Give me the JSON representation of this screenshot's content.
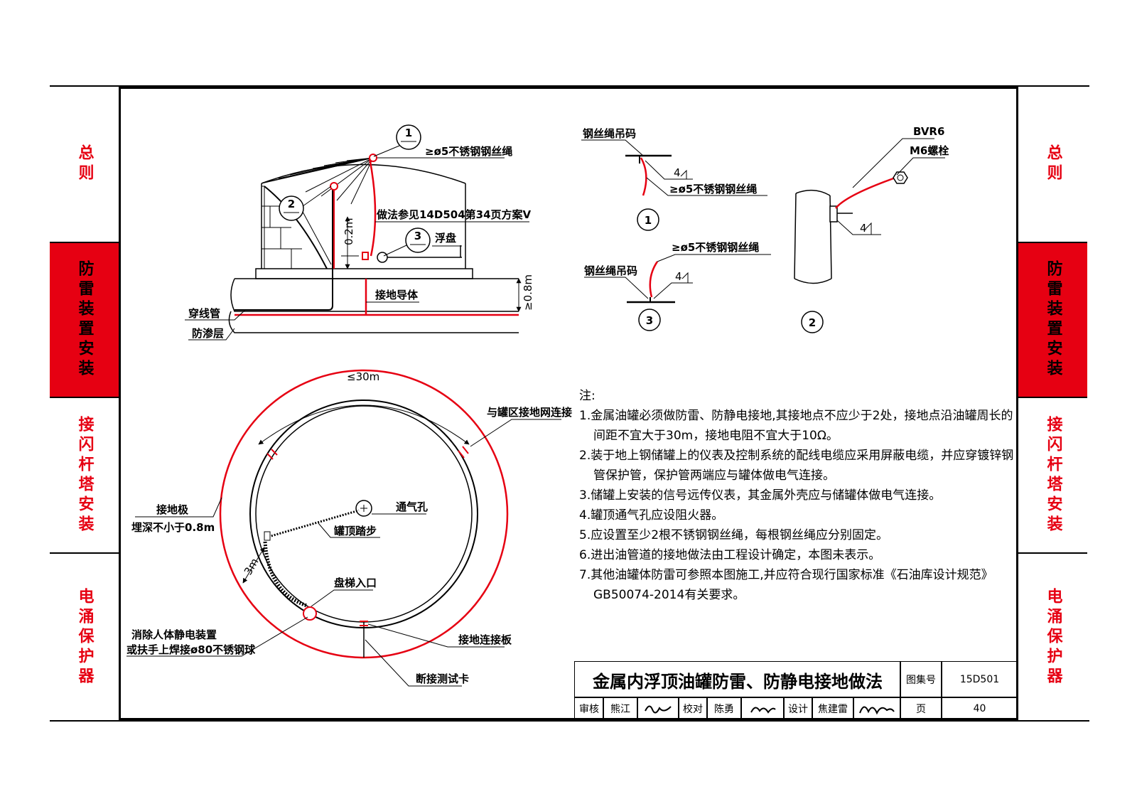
{
  "side_tabs": [
    {
      "label": "总则",
      "active": false
    },
    {
      "label": "防雷装置安装",
      "active": true
    },
    {
      "label": "接闪杆塔安装",
      "active": false
    },
    {
      "label": "电涌保护器",
      "active": false
    }
  ],
  "elevation": {
    "detail_marks": [
      "1",
      "2",
      "3"
    ],
    "labels": {
      "wire_rope": "≥ø5不锈钢钢丝绳",
      "method_ref": "做法参见14D504第34页方案V",
      "floating_deck": "浮盘",
      "ground_conductor": "接地导体",
      "conduit": "穿线管",
      "seepage_layer": "防渗层",
      "dim_02": "0.2m",
      "dim_08": "≥0.8m"
    }
  },
  "detail1": {
    "label_clamp": "钢丝绳吊码",
    "label_rope": "≥ø5不锈钢钢丝绳",
    "weld": "4",
    "mark": "1"
  },
  "detail3": {
    "label_clamp": "钢丝绳吊码",
    "label_rope": "≥ø5不锈钢钢丝绳",
    "weld": "4",
    "mark": "3"
  },
  "detail2": {
    "label_cable": "BVR6",
    "label_bolt": "M6螺栓",
    "weld": "4",
    "mark": "2"
  },
  "plan": {
    "dim_30": "≤30m",
    "dim_3": "3m",
    "grid_connect": "与罐区接地网连接",
    "ground_plate": "接地极",
    "bury_depth": "埋深不小于0.8m",
    "vent": "通气孔",
    "roof_steps": "罐顶踏步",
    "stair_entry": "盘梯入口",
    "static_device_1": "消除人体静电装置",
    "static_device_2": "或扶手上焊接ø80不锈钢球",
    "ground_plate_conn": "接地连接板",
    "test_clip": "断接测试卡"
  },
  "notes": {
    "heading": "注:",
    "lines": [
      "1.金属油罐必须做防雷、防静电接地,其接地点不应少于2处，接地点沿油罐周长的",
      "间距不宜大于30m，接地电阻不宜大于10Ω。",
      "2.装于地上钢储罐上的仪表及控制系统的配线电缆应采用屏蔽电缆，并应穿镀锌钢",
      "管保护管，保护管两端应与罐体做电气连接。",
      "3.储罐上安装的信号远传仪表，其金属外壳应与储罐体做电气连接。",
      "4.罐顶通气孔应设阻火器。",
      "5.应设置至少2根不锈钢钢丝绳，每根钢丝绳应分别固定。",
      "6.进出油管道的接地做法由工程设计确定，本图未表示。",
      "7.其他油罐体防雷可参照本图施工,并应符合现行国家标准《石油库设计规范》",
      "GB50074-2014有关要求。"
    ]
  },
  "title_block": {
    "title": "金属内浮顶油罐防雷、防静电接地做法",
    "atlas_label": "图集号",
    "atlas_no": "15D501",
    "review_label": "审核",
    "reviewer": "熊江",
    "check_label": "校对",
    "checker": "陈勇",
    "design_label": "设计",
    "designer": "焦建雷",
    "page_label": "页",
    "page_no": "40"
  },
  "colors": {
    "accent": "#e60012",
    "line": "#000000"
  }
}
